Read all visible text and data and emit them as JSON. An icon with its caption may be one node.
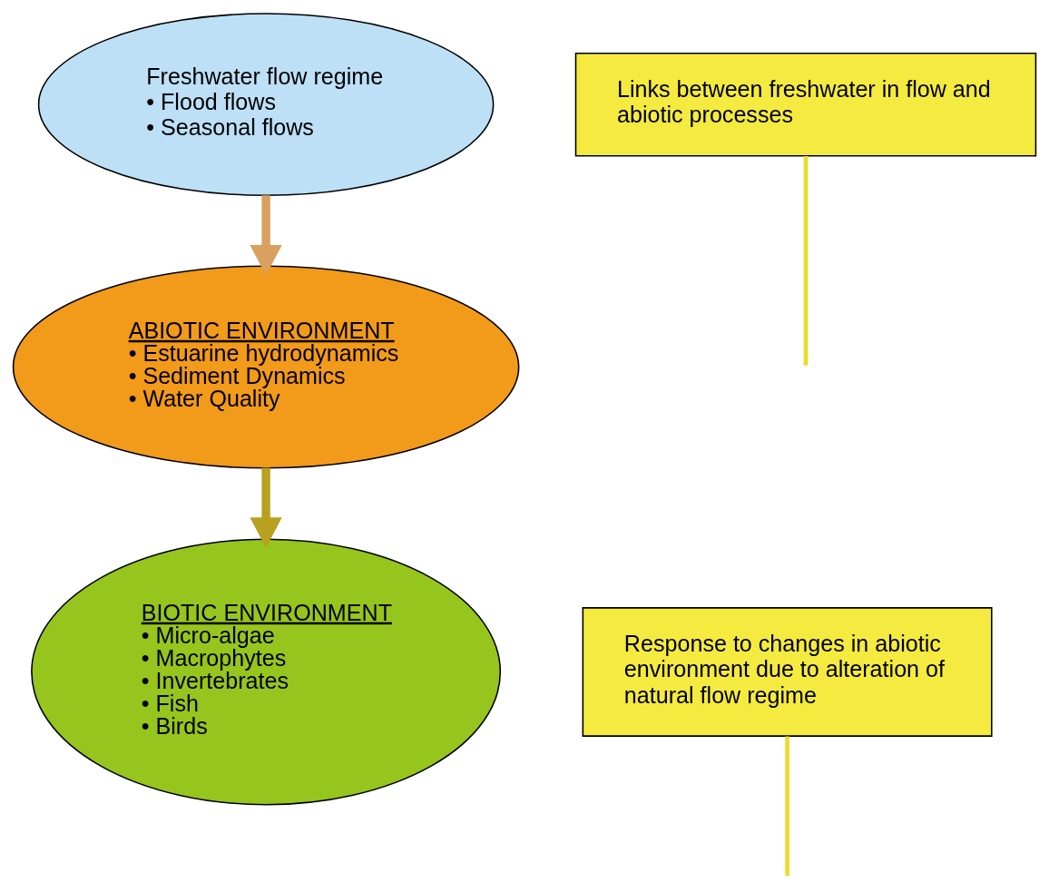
{
  "diagram": {
    "nodes": [
      {
        "text": [
          "Freshwater flow regime",
          "• Flood flows",
          "• Seasonal flows"
        ]
      },
      {
        "text": [
          "Links between freshwater in flow and abiotic processes"
        ]
      },
      {
        "text": [
          "ABIOTIC ENVIRONMENT",
          "• Estuarine hydrodynamics",
          "• Sediment Dynamics",
          "• Water Quality"
        ]
      },
      {
        "text": [
          "Response to changes in abiotic environment due to alteration of natural flow regime"
        ]
      },
      {
        "text": [
          "BIOTIC ENVIRONMENT",
          "• Micro-algae",
          "• Macrophytes",
          "• Invertebrates",
          "• Fish",
          "• Birds"
        ]
      }
    ],
    "edges": [
      {
        "from": 0,
        "to": 2,
        "arrow": "to",
        "style": "thick",
        "color": "#d9a060"
      },
      {
        "from": 1,
        "to": null,
        "arrow": "none",
        "color": "#e8dc30"
      },
      {
        "from": 2,
        "to": 4,
        "arrow": "to",
        "style": "thick",
        "color": "#b8a020"
      },
      {
        "from": 3,
        "to": null,
        "arrow": "none",
        "color": "#e8dc30"
      }
    ]
  }
}
